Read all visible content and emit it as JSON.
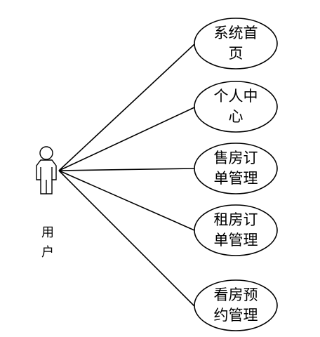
{
  "actor": {
    "label": "用\n户"
  },
  "use_cases": [
    {
      "label": "系统首\n页"
    },
    {
      "label": "个人中\n心"
    },
    {
      "label": "售房订\n单管理"
    },
    {
      "label": "租房订\n单管理"
    },
    {
      "label": "看房预\n约管理"
    }
  ],
  "colors": {
    "stroke": "#000000",
    "background": "#ffffff"
  }
}
